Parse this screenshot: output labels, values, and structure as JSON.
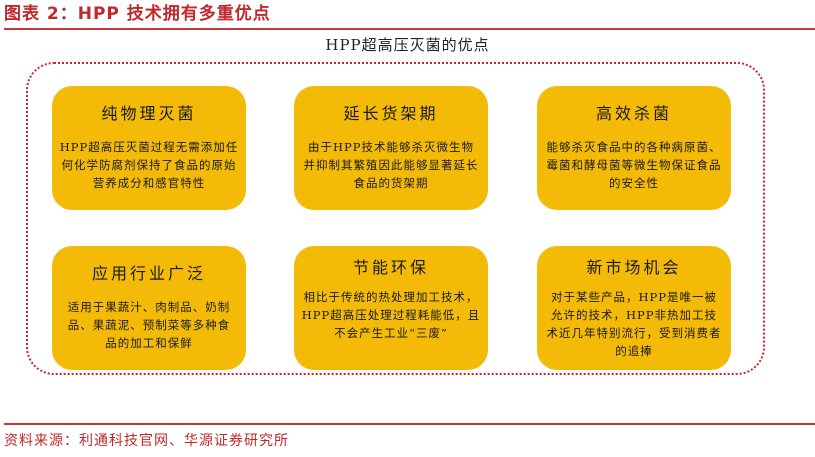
{
  "figure": {
    "title": "图表 2：HPP 技术拥有多重优点",
    "accent_color": "#c0282d",
    "card_color": "#f3bb07",
    "frame_border_color": "#d2232a"
  },
  "diagram": {
    "title": "HPP超高压灭菌的优点",
    "cards": [
      {
        "heading": "纯物理灭菌",
        "body": "HPP超高压灭菌过程无需添加任何化学防腐剂保持了食品的原始营养成分和感官特性"
      },
      {
        "heading": "延长货架期",
        "body": "由于HPP技术能够杀灭微生物并抑制其繁殖因此能够显著延长食品的货架期"
      },
      {
        "heading": "高效杀菌",
        "body": "能够杀灭食品中的各种病原菌、霉菌和酵母菌等微生物保证食品的安全性"
      },
      {
        "heading": "应用行业广泛",
        "body": "适用于果蔬汁、肉制品、奶制品、果蔬泥、预制菜等多种食品的加工和保鲜"
      },
      {
        "heading": "节能环保",
        "body": "相比于传统的热处理加工技术，HPP超高压处理过程耗能低，且不会产生工业“三废”"
      },
      {
        "heading": "新市场机会",
        "body": "对于某些产品，HPP是唯一被允许的技术，HPP非热加工技术近几年特别流行，受到消费者的追捧"
      }
    ]
  },
  "footer": {
    "source": "资料来源：利通科技官网、华源证券研究所"
  }
}
